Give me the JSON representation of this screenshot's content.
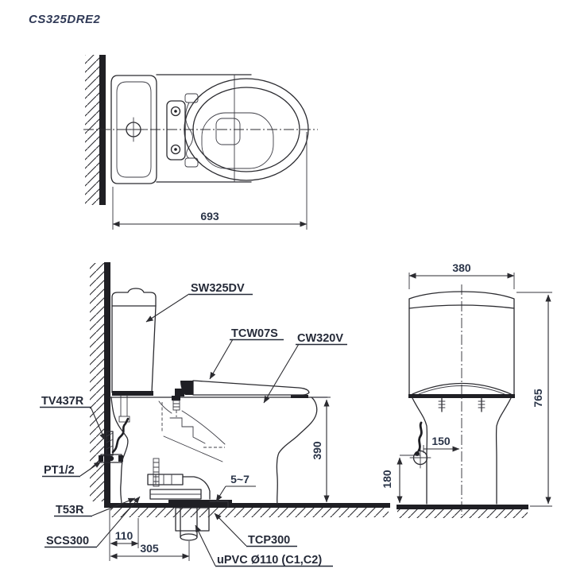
{
  "title": "CS325DRE2",
  "colors": {
    "line": "#2b2b30",
    "text_navy": "#273148",
    "background": "#ffffff"
  },
  "top_view": {
    "dim_depth": "693"
  },
  "side_view": {
    "labels": {
      "tank": "SW325DV",
      "washer_seat": "TCW07S",
      "bowl": "CW320V",
      "angle_valve": "TV437R",
      "wall_thread": "PT1/2",
      "seal": "T53R",
      "socket": "SCS300",
      "flange": "TCP300",
      "drain_pipe": "uPVC Ø110 (C1,C2)"
    },
    "dims": {
      "rim_height": "390",
      "floor_gap": "5~7",
      "offset_110": "110",
      "offset_305": "305"
    }
  },
  "front_view": {
    "dims": {
      "tank_width": "380",
      "overall_height": "765",
      "supply_offset": "150",
      "supply_height": "180"
    }
  }
}
